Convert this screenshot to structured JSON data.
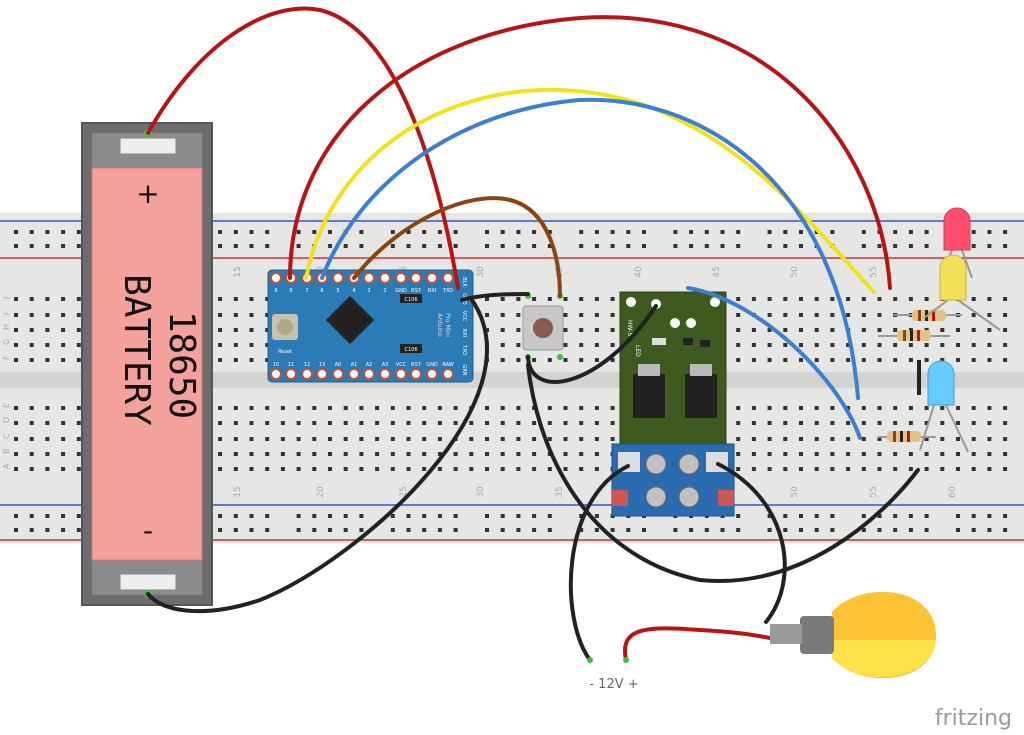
{
  "battery": {
    "plus_label": "+",
    "minus_label": "-",
    "name_line1": "18650",
    "name_line2": "BATTERY",
    "case_color": "#6d6d6d",
    "body_color": "#f4a19c"
  },
  "breadboard": {
    "column_numbers": [
      "15",
      "20",
      "25",
      "30",
      "35",
      "40",
      "45",
      "50",
      "55",
      "60"
    ],
    "row_letters_top": [
      "F",
      "G",
      "H",
      "I",
      "J"
    ],
    "row_letters_bottom": [
      "A",
      "B",
      "C",
      "D",
      "E"
    ],
    "rail_red": "#cc3333",
    "rail_blue": "#3355cc",
    "board_color": "#e6e6e4"
  },
  "arduino": {
    "board_color": "#2a7bb6",
    "top_pins": [
      "9",
      "8",
      "7",
      "6",
      "5",
      "4",
      "3",
      "2",
      "GND",
      "RST",
      "RXI",
      "TXO"
    ],
    "bottom_pins": [
      "10",
      "11",
      "12",
      "13",
      "A0",
      "A1",
      "A2",
      "A3",
      "VCC",
      "RST",
      "GND",
      "RAW"
    ],
    "side_labels": [
      "BLK",
      "GND",
      "VCC",
      "RXI",
      "TXO",
      "GRN"
    ],
    "chip_label": "C106",
    "brand_line1": "Arduino",
    "brand_line2": "Pro Mini",
    "reset_label": "Reset"
  },
  "mosfet": {
    "board_color": "#3e5a1e",
    "label_led": "LED",
    "label_module": "HW-5"
  },
  "power_label": "- 12V +",
  "watermark": "fritzing",
  "wire_colors": {
    "red": "#b81414",
    "yellow": "#f2e21a",
    "blue": "#3a7fd1",
    "brown": "#8a4512",
    "black": "#222222"
  },
  "leds": [
    {
      "color": "red",
      "hex": "#ff4d6d"
    },
    {
      "color": "yellow",
      "hex": "#f2e05a"
    },
    {
      "color": "blue",
      "hex": "#66ccff"
    }
  ],
  "bulb": {
    "glass": "#fec334",
    "base": "#7a7a7a"
  }
}
